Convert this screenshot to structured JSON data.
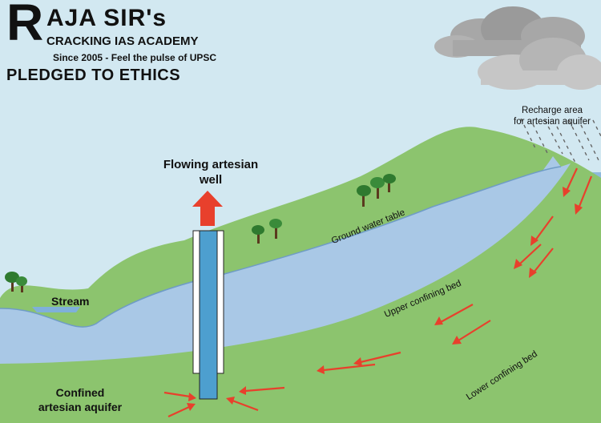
{
  "logo": {
    "letter": "R",
    "name": "AJA SIR's",
    "academy": "CRACKING IAS ACADEMY",
    "since": "Since 2005 - Feel the pulse of UPSC",
    "tagline": "PLEDGED TO ETHICS"
  },
  "labels": {
    "well_line1": "Flowing artesian",
    "well_line2": "well",
    "stream": "Stream",
    "recharge_line1": "Recharge area",
    "recharge_line2": "for artesian aquifer",
    "water_table": "Ground water table",
    "upper_bed": "Upper confining bed",
    "lower_bed": "Lower confining bed",
    "aquifer_line1": "Confined",
    "aquifer_line2": "artesian aquifer"
  },
  "colors": {
    "sky": "#d2e8f1",
    "groundwater": "#a9c8e6",
    "aquifer": "#8fb9dc",
    "confining_bed": "#d9d9d9",
    "hills": "#8cc46e",
    "soil": "#d9a672",
    "flow_arrow": "#e8402c",
    "well_pipe": "#4d9fcf",
    "cloud": "#a7a7a7"
  },
  "icons": [
    "cloud-icon",
    "rain-icon",
    "tree-icon",
    "flow-arrow-icon",
    "upward-arrow-icon"
  ]
}
